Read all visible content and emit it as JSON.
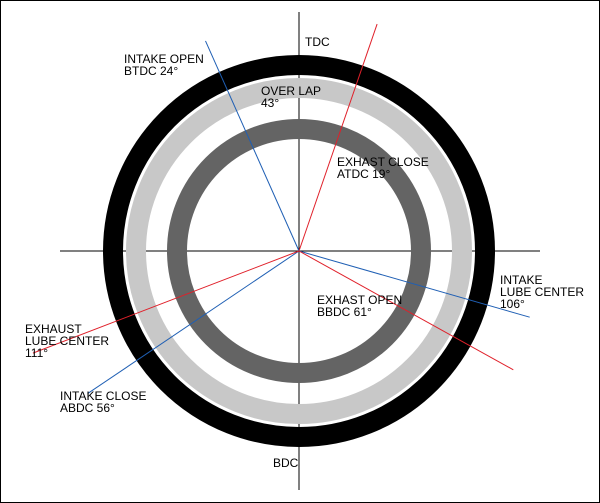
{
  "labels": {
    "tdc": "TDC",
    "bdc": "BDC",
    "intake_open": {
      "line1": "INTAKE OPEN",
      "line2": "BTDC  24°"
    },
    "overlap": {
      "line1": "OVER LAP",
      "line2": "43°"
    },
    "exhaust_close": {
      "line1": "EXHAST CLOSE",
      "line2": "ATDC  19°"
    },
    "intake_lube_center": {
      "line1": "INTAKE",
      "line2": "LUBE CENTER",
      "line3": "106°"
    },
    "exhaust_open": {
      "line1": "EXHAST OPEN",
      "line2": "BBDC  61°"
    },
    "exhaust_lube_center": {
      "line1": "EXHAUST",
      "line2": "LUBE CENTER",
      "line3": "111°"
    },
    "intake_close": {
      "line1": "INTAKE CLOSE",
      "line2": "ABDC  56°"
    }
  },
  "timing_degrees": {
    "intake_open_btdc": 24,
    "exhaust_close_atdc": 19,
    "overlap": 43,
    "intake_close_abdc": 56,
    "exhaust_open_bbdc": 61,
    "intake_lube_center": 106,
    "exhaust_lube_center": 111
  },
  "colors": {
    "outer_ring": "#000000",
    "intake_ring": "#c8c8c8",
    "exhaust_ring": "#646464",
    "intake_line": "#1f5fb4",
    "exhaust_line": "#e0202a",
    "axis": "#000000"
  }
}
